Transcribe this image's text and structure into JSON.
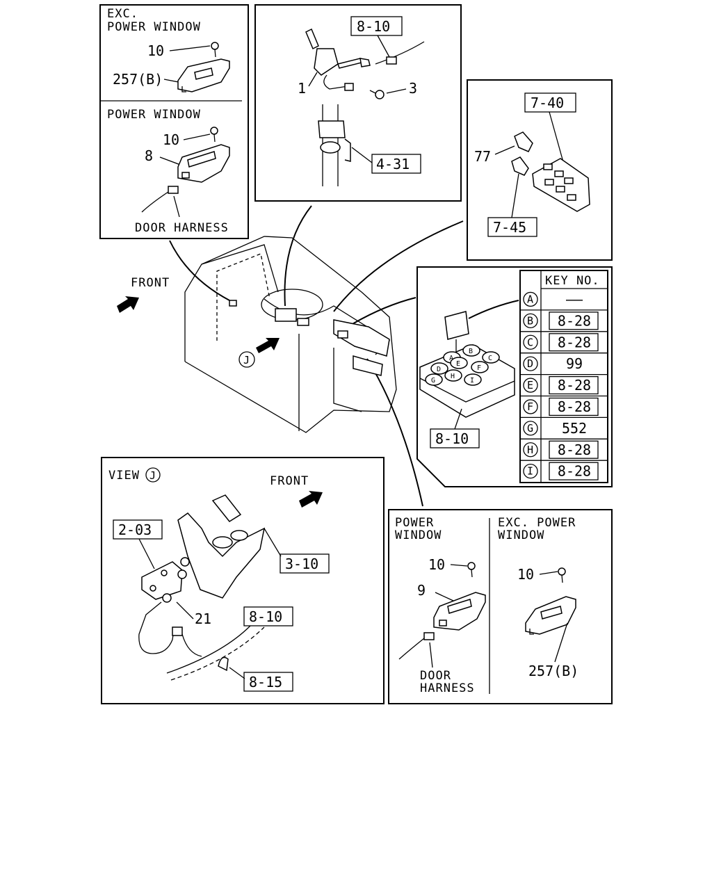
{
  "panels": {
    "top_left": {
      "section1_title": [
        "EXC.",
        "POWER WINDOW"
      ],
      "section1_parts": [
        "10",
        "257(B)"
      ],
      "section2_title": "POWER WINDOW",
      "section2_parts": [
        "10",
        "8"
      ],
      "door_harness": "DOOR HARNESS"
    },
    "top_center": {
      "refs": [
        "8-10",
        "4-31"
      ],
      "parts": [
        "1",
        "3"
      ]
    },
    "top_right": {
      "refs": [
        "7-40",
        "7-45"
      ],
      "parts": [
        "77"
      ]
    },
    "main": {
      "front": "FRONT",
      "view_marker": "J"
    },
    "key_table": {
      "header": "KEY NO.",
      "rows": [
        {
          "key": "A",
          "value": "——",
          "boxed": false
        },
        {
          "key": "B",
          "value": "8-28",
          "boxed": true
        },
        {
          "key": "C",
          "value": "8-28",
          "boxed": true
        },
        {
          "key": "D",
          "value": "99",
          "boxed": false
        },
        {
          "key": "E",
          "value": "8-28",
          "boxed": true
        },
        {
          "key": "F",
          "value": "8-28",
          "boxed": true
        },
        {
          "key": "G",
          "value": "552",
          "boxed": false
        },
        {
          "key": "H",
          "value": "8-28",
          "boxed": true
        },
        {
          "key": "I",
          "value": "8-28",
          "boxed": true
        }
      ],
      "block_ref": "8-10",
      "block_letters": [
        "A",
        "B",
        "C",
        "D",
        "E",
        "F",
        "G",
        "H",
        "I"
      ]
    },
    "view_j": {
      "title": "VIEW",
      "marker": "J",
      "front": "FRONT",
      "refs": [
        "2-03",
        "3-10",
        "8-10",
        "8-15"
      ],
      "parts": [
        "21"
      ]
    },
    "bottom_right": {
      "left_title": [
        "POWER",
        "WINDOW"
      ],
      "left_parts": [
        "10",
        "9"
      ],
      "door_harness": [
        "DOOR",
        "HARNESS"
      ],
      "right_title": [
        "EXC. POWER",
        "WINDOW"
      ],
      "right_parts": [
        "10",
        "257(B)"
      ]
    }
  }
}
